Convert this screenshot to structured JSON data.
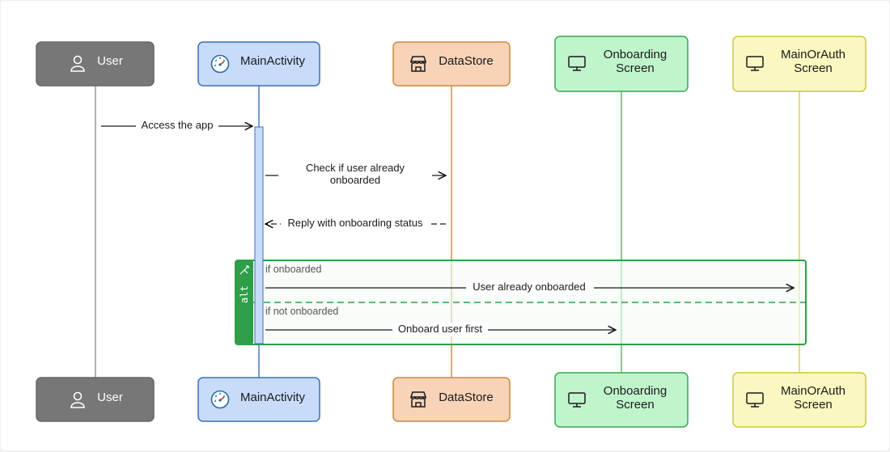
{
  "participants": {
    "user": {
      "label": "User",
      "icon": "user-icon",
      "fill": "#777777",
      "stroke": "#666666",
      "text": "#ffffff",
      "line": "#999999"
    },
    "main": {
      "label": "MainActivity",
      "icon": "gauge-icon",
      "fill": "#c8dcfa",
      "stroke": "#3b6fb8",
      "text": "#1a1a1a",
      "line": "#4a7fc0"
    },
    "store": {
      "label": "DataStore",
      "icon": "store-icon",
      "fill": "#f8d3b8",
      "stroke": "#cc8a40",
      "text": "#1a1a1a",
      "line": "#c9904a"
    },
    "onboard": {
      "label_line1": "Onboarding",
      "label_line2": "Screen",
      "icon": "monitor-icon",
      "fill": "#c0f5cc",
      "stroke": "#3aa655",
      "text": "#1a1a1a",
      "line": "#5cb86f"
    },
    "mainauth": {
      "label_line1": "MainOrAuth",
      "label_line2": "Screen",
      "icon": "monitor-icon",
      "fill": "#f8f8c0",
      "stroke": "#c9c93a",
      "text": "#1a1a1a",
      "line": "#d6d64a"
    }
  },
  "messages": {
    "access": "Access the app",
    "check_line1": "Check if user already",
    "check_line2": "onboarded",
    "reply": "Reply with onboarding status",
    "already": "User already onboarded",
    "first": "Onboard user first"
  },
  "alt": {
    "tag": "alt",
    "cond1": "if onboarded",
    "cond2": "if not onboarded",
    "color": "#2e9e48"
  }
}
